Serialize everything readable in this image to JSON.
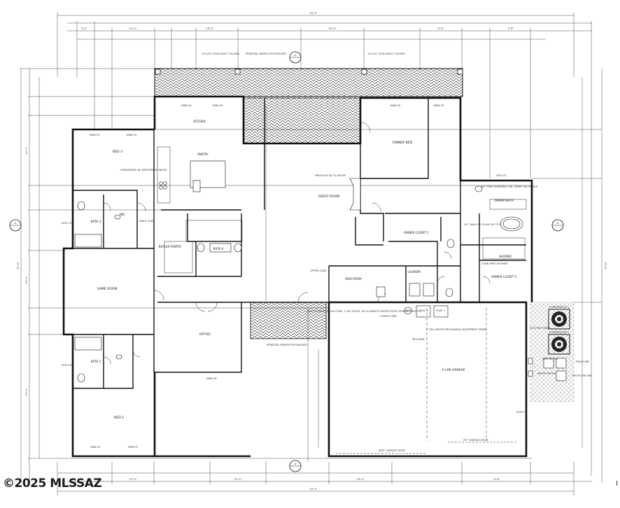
{
  "watermark": "©2025 MLSSAZ",
  "edge_mark": "I",
  "rooms": {
    "bed3": "BED 3",
    "bath3": "BATH 3",
    "bath4": "BATH 4",
    "game_room": "GAME ROOM",
    "bath2": "BATH 2",
    "bed2": "BED 2",
    "office": "OFFICE",
    "great_room": "GREAT ROOM",
    "owner_bed": "OWNER BED",
    "owner_bath": "OWNER BATH",
    "owner_closet_1": "OWNER CLOSET 1",
    "owner_closet_2": "OWNER CLOSET 2",
    "laundry": "LAUNDRY",
    "mud_room": "MUD ROOM",
    "garage": "3 CAR GARAGE",
    "kitchen": "KITCHEN",
    "pantry": "PANTRY",
    "butler": "BUTLER PANTRY",
    "shower": "SHOWER",
    "wic": "WIC"
  },
  "notes": {
    "pedestal_top": "PEDESTAL PAVERS PER BUILDER",
    "pedestal_bottom": "PEDESTAL PAVERS PER BUILDER",
    "stud_left": "10\"x10\" STUD BUILT COLUMN",
    "stud_right": "10\"x10\" STUD BUILT COLUMN",
    "fireplace": "FIREPLACE W/ TV ABOVE",
    "oven": "OVEN/RANGE W/ MICROWAVE ABOVE",
    "upper_cabs": "UPPER CABS",
    "lower_cabs": "LOWER CABS",
    "self_closing": "SELF-CLOSING, SOLID-CORE, 1 3/8\" DOOR, OR 20-MINUTE RATED DOOR, PER IRC R302.5.1",
    "mech": "4' TALL WOOD MECHANICAL EQUIPMENT STAND",
    "elec_panel": "ELECTRIC PANEL",
    "gas_meter": "GAS METER",
    "water_meter": "WATER METER",
    "trash": "TRASH BIN",
    "recycling": "RECYCLING BIN",
    "compressor_1": "COMPRESSOR 1",
    "compressor_2": "COMPRESSOR 2",
    "hvac1": "HVAC 1",
    "hvac2": "HVAC 2",
    "wh": "WH",
    "garage_door_1": "16'0\" GARAGE DOOR",
    "garage_door_2": "9'0\" GARAGE DOOR",
    "bollard": "BOLLARD",
    "freestanding_tub": "60\" FREE STANDING TUB, VERIFY W/ OWNER",
    "wall_half": "1/2\" WALL W/ GLASS UP TO 6'",
    "curb_free": "CURB FREE SHOWER",
    "walk_over": "WALK OVER"
  },
  "dims": {
    "overall_top": "93'-4\"",
    "overall_bottom": "93'-4\"",
    "overall_left": "72'-4\"",
    "overall_right": "72'-4\"",
    "seg": "5'-0\"",
    "seg2": "12'-0\"",
    "seg3": "16'-0\"",
    "seg4": "8'-6\"",
    "seg5": "3'-8\"",
    "seg6": "10'-2\""
  },
  "window_tags": {
    "w1": "4068 FX",
    "w2": "3068 SH",
    "w3": "6068 FX",
    "w4": "2030 FX"
  },
  "section_marker": "A"
}
